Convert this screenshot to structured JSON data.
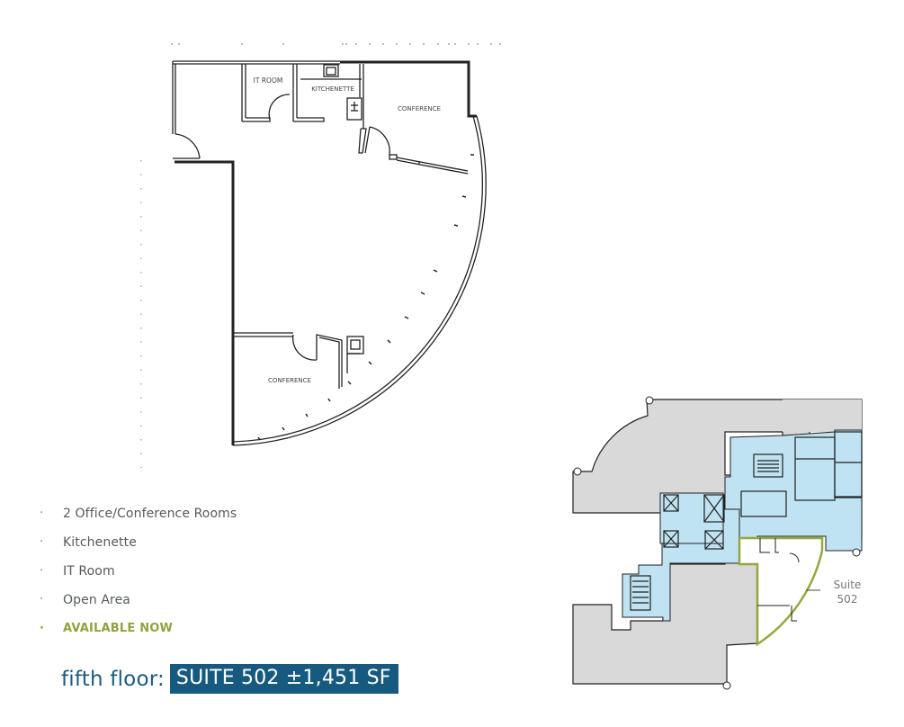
{
  "floor_plan": {
    "rooms": [
      {
        "label": "IT ROOM"
      },
      {
        "label": "KITCHENETTE"
      },
      {
        "label": "CONFERENCE"
      },
      {
        "label": "CONFERENCE"
      }
    ]
  },
  "key_plan": {
    "suite_label_line1": "Suite",
    "suite_label_line2": "502",
    "colors": {
      "common_area": "#bfe3f2",
      "leased_area": "#d9d9d9",
      "suite_outline": "#93a83d",
      "suite_fill": "#ffffff"
    }
  },
  "features": {
    "items": [
      {
        "bullet": "·",
        "label": "2 Office/Conference Rooms"
      },
      {
        "bullet": "·",
        "label": "Kitchenette"
      },
      {
        "bullet": "·",
        "label": "IT Room"
      },
      {
        "bullet": "·",
        "label": "Open Area"
      },
      {
        "bullet": "·",
        "label": "AVAILABLE NOW"
      }
    ],
    "highlight_color": "#8fa33d"
  },
  "title": {
    "floor": "fifth floor:",
    "suite_info": "SUITE 502 ±1,451 SF",
    "box_color": "#175a80"
  }
}
